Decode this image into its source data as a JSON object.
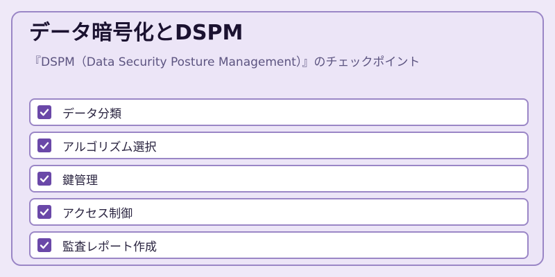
{
  "header": {
    "title": "データ暗号化とDSPM",
    "subtitle": "『DSPM（Data Security Posture Management）』のチェックポイント"
  },
  "checklist": {
    "items": [
      {
        "label": "データ分類",
        "checked": true
      },
      {
        "label": "アルゴリズム選択",
        "checked": true
      },
      {
        "label": "鍵管理",
        "checked": true
      },
      {
        "label": "アクセス制御",
        "checked": true
      },
      {
        "label": "監査レポート作成",
        "checked": true
      }
    ]
  },
  "colors": {
    "accent": "#6a48a8",
    "border": "#9a86c6",
    "background": "#ece5f7"
  }
}
